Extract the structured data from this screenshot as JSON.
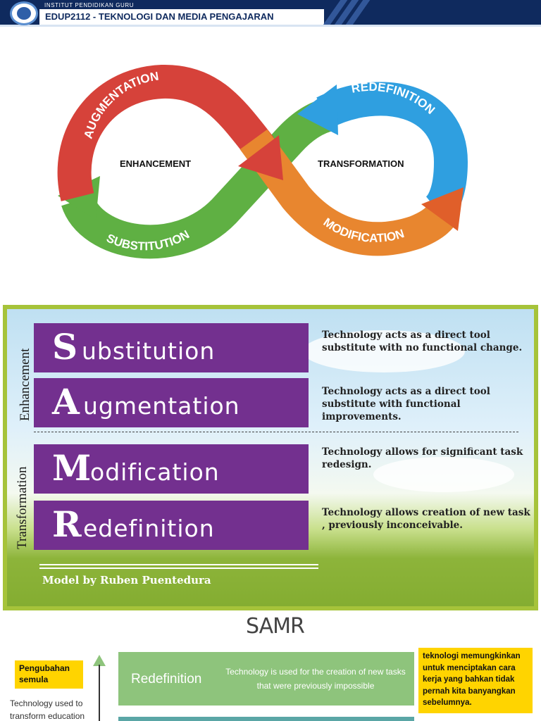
{
  "header": {
    "institution": "INSTITUT PENDIDIKAN GURU",
    "course": "EDUP2112 - TEKNOLOGI DAN MEDIA PENGAJARAN"
  },
  "infinity": {
    "augmentation": "AUGMENTATION",
    "substitution": "SUBSTITUTION",
    "redefinition": "REDEFINITION",
    "modification": "MODIFICATION",
    "enhancement": "ENHANCEMENT",
    "transformation": "TRANSFORMATION",
    "colors": {
      "red": "#d6423a",
      "green": "#5fb043",
      "blue": "#2f9fe0",
      "orange": "#e8862f"
    }
  },
  "panel": {
    "enhancement_label": "Enhancement",
    "transformation_label": "Transformation",
    "rows": [
      {
        "letter": "S",
        "rest": "ubstitution",
        "desc": "Technology acts as a direct tool substitute with no functional change."
      },
      {
        "letter": "A",
        "rest": "ugmentation",
        "desc": "Technology acts as a direct tool substitute with functional improvements."
      },
      {
        "letter": "M",
        "rest": "odification",
        "desc": "Technology allows for significant task redesign."
      },
      {
        "letter": "R",
        "rest": "edefinition",
        "desc": "Technology allows creation of new task , previously inconceivable."
      }
    ],
    "credit": "Model by Ruben Puentedura"
  },
  "bottom": {
    "title": "SAMR",
    "left_note": "Pengubahan semula",
    "left_caption_1": "Technology used to",
    "left_caption_2": "transform education",
    "bar_label": "Redefinition",
    "bar_text": "Technology is used for the creation of new tasks that were previously impossible",
    "right_note": "teknologi memungkinkan untuk menciptakan cara kerja yang bahkan tidak pernah kita banyangkan sebelumnya."
  }
}
